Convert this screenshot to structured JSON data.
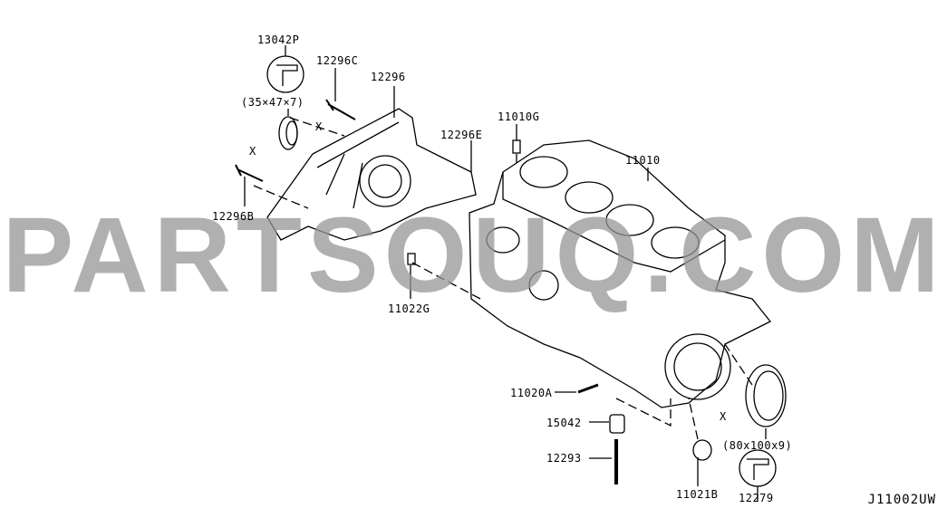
{
  "diagram_code": "J11002UW",
  "watermark": "PARTSOUQ.COM",
  "dimension_marker": "X",
  "parts": [
    {
      "id": "13042P",
      "note": "(35×47×7)"
    },
    {
      "id": "12296C"
    },
    {
      "id": "12296"
    },
    {
      "id": "12296E"
    },
    {
      "id": "11010G"
    },
    {
      "id": "11010"
    },
    {
      "id": "12296B"
    },
    {
      "id": "11022G"
    },
    {
      "id": "11020A"
    },
    {
      "id": "15042"
    },
    {
      "id": "12293"
    },
    {
      "id": "11021B"
    },
    {
      "id": "12279",
      "note": "(80x100x9)"
    }
  ]
}
